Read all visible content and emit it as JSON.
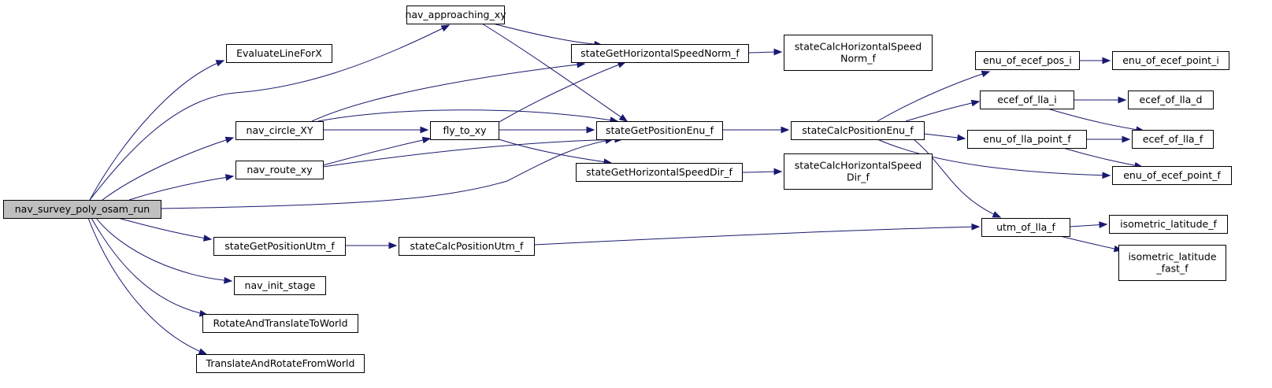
{
  "graph": {
    "nodes": [
      {
        "id": "root",
        "lines": [
          "nav_survey_poly_osam_run"
        ],
        "highlighted": true
      },
      {
        "id": "evalx",
        "lines": [
          "EvaluateLineForX"
        ]
      },
      {
        "id": "approach",
        "lines": [
          "nav_approaching_xy"
        ]
      },
      {
        "id": "circle",
        "lines": [
          "nav_circle_XY"
        ]
      },
      {
        "id": "route",
        "lines": [
          "nav_route_xy"
        ]
      },
      {
        "id": "posutm",
        "lines": [
          "stateGetPositionUtm_f"
        ]
      },
      {
        "id": "initstage",
        "lines": [
          "nav_init_stage"
        ]
      },
      {
        "id": "rottrans",
        "lines": [
          "RotateAndTranslateToWorld"
        ]
      },
      {
        "id": "transrot",
        "lines": [
          "TranslateAndRotateFromWorld"
        ]
      },
      {
        "id": "flyto",
        "lines": [
          "fly_to_xy"
        ]
      },
      {
        "id": "hspeednorm",
        "lines": [
          "stateGetHorizontalSpeedNorm_f"
        ]
      },
      {
        "id": "posenu",
        "lines": [
          "stateGetPositionEnu_f"
        ]
      },
      {
        "id": "hspeeddir",
        "lines": [
          "stateGetHorizontalSpeedDir_f"
        ]
      },
      {
        "id": "calcutm",
        "lines": [
          "stateCalcPositionUtm_f"
        ]
      },
      {
        "id": "calcnorm",
        "lines": [
          "stateCalcHorizontalSpeed",
          "Norm_f"
        ]
      },
      {
        "id": "calcenu",
        "lines": [
          "stateCalcPositionEnu_f"
        ]
      },
      {
        "id": "calcdir",
        "lines": [
          "stateCalcHorizontalSpeed",
          "Dir_f"
        ]
      },
      {
        "id": "enuecefpos",
        "lines": [
          "enu_of_ecef_pos_i"
        ]
      },
      {
        "id": "eceflla_i",
        "lines": [
          "ecef_of_lla_i"
        ]
      },
      {
        "id": "enullapt",
        "lines": [
          "enu_of_lla_point_f"
        ]
      },
      {
        "id": "utmlla",
        "lines": [
          "utm_of_lla_f"
        ]
      },
      {
        "id": "enuecefpt_i",
        "lines": [
          "enu_of_ecef_point_i"
        ]
      },
      {
        "id": "eceflla_d",
        "lines": [
          "ecef_of_lla_d"
        ]
      },
      {
        "id": "eceflla_f",
        "lines": [
          "ecef_of_lla_f"
        ]
      },
      {
        "id": "enuecefpt_f",
        "lines": [
          "enu_of_ecef_point_f"
        ]
      },
      {
        "id": "isolat",
        "lines": [
          "isometric_latitude_f"
        ]
      },
      {
        "id": "isolatfast",
        "lines": [
          "isometric_latitude",
          "_fast_f"
        ]
      }
    ],
    "edges": [
      [
        "root",
        "evalx"
      ],
      [
        "root",
        "approach"
      ],
      [
        "root",
        "circle"
      ],
      [
        "root",
        "route"
      ],
      [
        "root",
        "posenu"
      ],
      [
        "root",
        "posutm"
      ],
      [
        "root",
        "initstage"
      ],
      [
        "root",
        "rottrans"
      ],
      [
        "root",
        "transrot"
      ],
      [
        "approach",
        "hspeednorm"
      ],
      [
        "approach",
        "posenu"
      ],
      [
        "circle",
        "hspeednorm"
      ],
      [
        "circle",
        "flyto"
      ],
      [
        "circle",
        "posenu"
      ],
      [
        "route",
        "flyto"
      ],
      [
        "route",
        "posenu"
      ],
      [
        "flyto",
        "hspeednorm"
      ],
      [
        "flyto",
        "posenu"
      ],
      [
        "flyto",
        "hspeeddir"
      ],
      [
        "hspeednorm",
        "calcnorm"
      ],
      [
        "posenu",
        "calcenu"
      ],
      [
        "hspeeddir",
        "calcdir"
      ],
      [
        "posutm",
        "calcutm"
      ],
      [
        "calcutm",
        "utmlla"
      ],
      [
        "calcenu",
        "enuecefpos"
      ],
      [
        "calcenu",
        "eceflla_i"
      ],
      [
        "calcenu",
        "enullapt"
      ],
      [
        "calcenu",
        "enuecefpt_f"
      ],
      [
        "calcenu",
        "utmlla"
      ],
      [
        "enuecefpos",
        "enuecefpt_i"
      ],
      [
        "eceflla_i",
        "eceflla_d"
      ],
      [
        "eceflla_i",
        "eceflla_f"
      ],
      [
        "enullapt",
        "eceflla_f"
      ],
      [
        "enullapt",
        "enuecefpt_f"
      ],
      [
        "utmlla",
        "isolat"
      ],
      [
        "utmlla",
        "isolatfast"
      ]
    ],
    "colors": {
      "edge": "#191970",
      "highlight_fill": "#bfbfbf",
      "node_fill": "#ffffff",
      "border": "#000000"
    }
  }
}
